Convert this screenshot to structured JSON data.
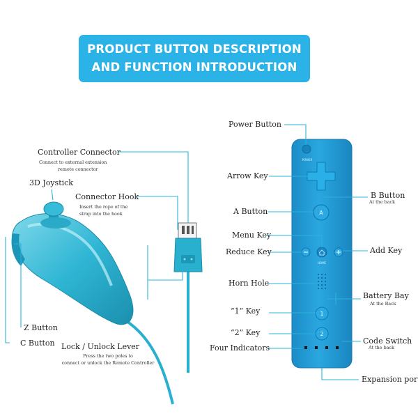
{
  "banner": {
    "line1": "PRODUCT BUTTON DESCRIPTION",
    "line2": "AND FUNCTION INTRODUCTION"
  },
  "colors": {
    "accent": "#2bb3e8",
    "remote": "#1f9ad6",
    "nunchuk": "#2ab0cf",
    "leader": "#2ab3d9"
  },
  "nunchuk": {
    "controller_connector": {
      "title": "Controller Connector",
      "desc1": "Connect to external extension",
      "desc2": "remote connector"
    },
    "joystick": "3D Joystick",
    "connector_hook": {
      "title": "Connector Hook",
      "desc1": "Insert the rope of the",
      "desc2": "strap into the hook"
    },
    "z_button": "Z Button",
    "c_button": "C Button",
    "lock_lever": {
      "title": "Lock / Unlock Lever",
      "desc1": "Press the two poles to",
      "desc2": "connect or unlock the Remote Controller"
    }
  },
  "remote": {
    "power_button": "Power Button",
    "power_icon_text": "POWER",
    "arrow_key": "Arrow Key",
    "b_button": {
      "title": "B Button",
      "desc": "At the back"
    },
    "a_button": "A Button",
    "a_icon_text": "A",
    "menu_key": "Menu Key",
    "home_icon_text": "HOME",
    "reduce_key": "Reduce Key",
    "add_key": "Add Key",
    "horn_hole": "Horn Hole",
    "battery_bay": {
      "title": "Battery Bay",
      "desc": "At the Back"
    },
    "key_1": "“1” Key",
    "key_1_icon": "1",
    "key_2": "“2” Key",
    "key_2_icon": "2",
    "code_switch": {
      "title": "Code Switch",
      "desc": "At the back"
    },
    "four_indicators": "Four Indicators",
    "expansion_port": "Expansion port"
  }
}
